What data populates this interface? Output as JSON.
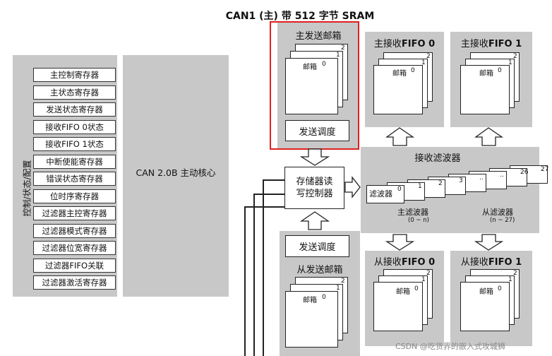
{
  "title": "CAN1 (主) 带 512 字节 SRAM",
  "control_panel": {
    "side_label": "控制/状态/配置",
    "registers": [
      "主控制寄存器",
      "主状态寄存器",
      "发送状态寄存器",
      "接收FIFO 0状态",
      "接收FIFO 1状态",
      "中断使能寄存器",
      "错误状态寄存器",
      "位时序寄存器",
      "过滤器主控寄存器",
      "过滤器模式寄存器",
      "过滤器位宽寄存器",
      "过滤器FIFO关联",
      "过滤器激活寄存器"
    ]
  },
  "core": {
    "label": "CAN 2.0B 主动核心"
  },
  "master_tx": {
    "title": "主发送邮箱",
    "mailbox_label": "邮箱",
    "mailbox_nums": [
      "0",
      "1",
      "2"
    ],
    "scheduler": "发送调度",
    "highlight_color": "#e02020"
  },
  "mem_ctrl": {
    "label": "存储器读写控制器"
  },
  "master_rx0": {
    "title_prefix": "主接收",
    "title_bold": "FIFO 0",
    "mailbox_label": "邮箱",
    "nums": [
      "0",
      "1",
      "2"
    ]
  },
  "master_rx1": {
    "title_prefix": "主接收",
    "title_bold": "FIFO 1",
    "mailbox_label": "邮箱",
    "nums": [
      "0",
      "1",
      "2"
    ]
  },
  "filters": {
    "title": "接收滤波器",
    "card_label": "滤波器",
    "card_nums": [
      "0",
      "1",
      "2",
      "3",
      "..",
      "..",
      "26",
      "27"
    ],
    "master": "主滤波器",
    "master_range": "(0 ~ n)",
    "slave": "从滤波器",
    "slave_range": "(n ~ 27)"
  },
  "slave_tx": {
    "scheduler": "发送调度",
    "title": "从发送邮箱",
    "mailbox_label": "邮箱",
    "mailbox_nums": [
      "0",
      "1",
      "2"
    ]
  },
  "slave_rx0": {
    "title_prefix": "从接收",
    "title_bold": "FIFO 0",
    "mailbox_label": "邮箱",
    "nums": [
      "0",
      "1",
      "2"
    ]
  },
  "slave_rx1": {
    "title_prefix": "从接收",
    "title_bold": "FIFO 1",
    "mailbox_label": "邮箱",
    "nums": [
      "0",
      "1",
      "2"
    ]
  },
  "watermark": "CSDN @吃货界的嵌入式攻城狮"
}
